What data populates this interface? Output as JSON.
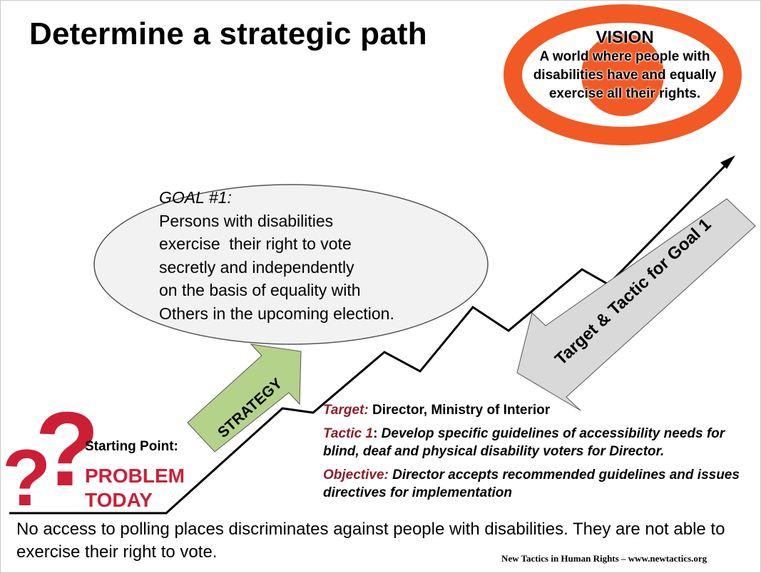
{
  "title": "Determine a strategic path",
  "vision": {
    "heading": "VISION",
    "lines": [
      "A world where people with",
      "disabilities have and equally",
      "exercise all their rights."
    ]
  },
  "goal": {
    "heading": "GOAL #1:",
    "lines": [
      "Persons with disabilities",
      "exercise  their right to vote",
      "secretly and independently",
      "on the basis of equality with",
      "Others in the upcoming election."
    ]
  },
  "arrows": {
    "strategy_label": "STRATEGY",
    "tactic_label": "Target & Tactic for Goal 1"
  },
  "starting_point": {
    "label": "Starting Point:",
    "problem_line1": "PROBLEM",
    "problem_line2": "TODAY",
    "question_marks": "??"
  },
  "details": {
    "target_label": "Target:",
    "target_text": "Director, Ministry of Interior",
    "tactic_label": "Tactic 1",
    "tactic_text": "Develop specific guidelines of accessibility needs for blind, deaf and physical disability voters for Director.",
    "objective_label": "Objective:",
    "objective_text": "Director accepts recommended guidelines and issues directives for implementation"
  },
  "footnote": "No access to polling places discriminates against people with disabilities. They are not able to exercise their right to vote.",
  "credit": "New Tactics in Human Rights – www.newtactics.org",
  "colors": {
    "eye": "#f15a24",
    "question": "#cc1f36",
    "strategy_arrow": "#b5d28a",
    "tactic_arrow": "#d9d9d9",
    "label_red": "#8b1f2a"
  }
}
